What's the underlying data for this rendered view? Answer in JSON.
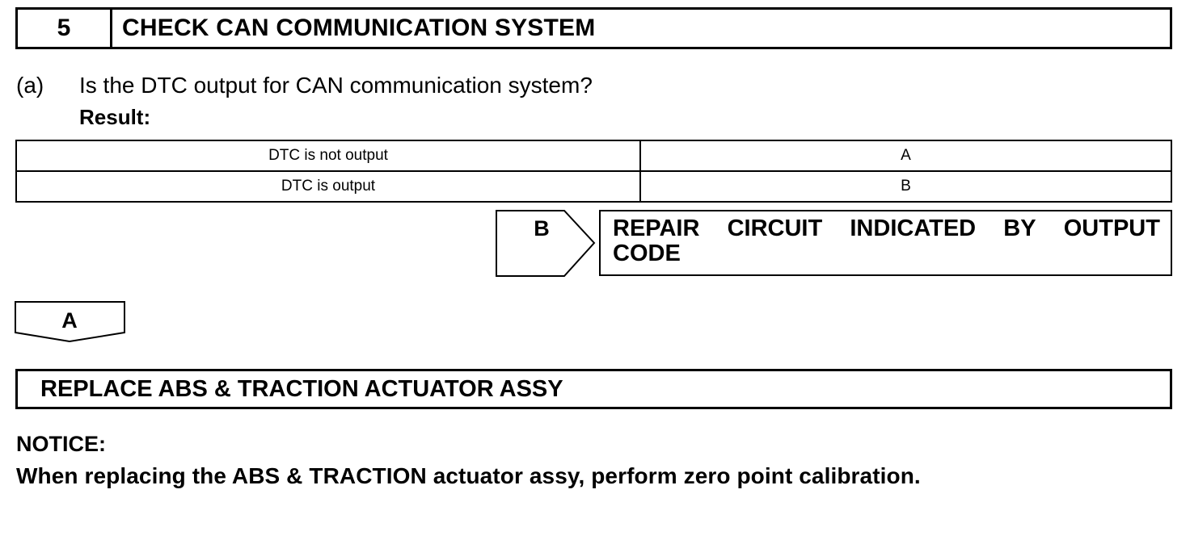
{
  "step": {
    "number": "5",
    "title": "CHECK CAN COMMUNICATION SYSTEM"
  },
  "question": {
    "label": "(a)",
    "text": "Is the DTC output for CAN communication system?",
    "result_label": "Result:"
  },
  "result_table": {
    "rows": [
      {
        "condition": "DTC is not output",
        "result": "A"
      },
      {
        "condition": "DTC is output",
        "result": "B"
      }
    ]
  },
  "branch_b": {
    "label": "B",
    "action_words": [
      "REPAIR",
      "CIRCUIT",
      "INDICATED",
      "BY",
      "OUTPUT"
    ],
    "action_line2": "CODE"
  },
  "branch_a": {
    "label": "A"
  },
  "replace": {
    "text": "REPLACE ABS & TRACTION ACTUATOR ASSY"
  },
  "notice": {
    "title": "NOTICE:",
    "text": "When replacing the ABS & TRACTION actuator assy, perform zero point calibration."
  }
}
